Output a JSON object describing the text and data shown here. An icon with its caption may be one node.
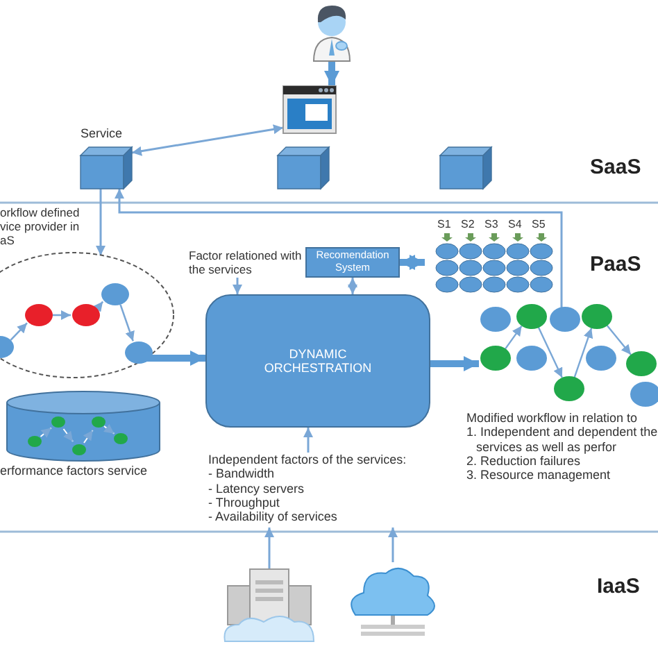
{
  "diagram": {
    "nodes": [
      {
        "text": [],
        "shape": "person"
      },
      {
        "text": [],
        "shape": "picture"
      },
      {
        "text": [],
        "shape": "box",
        "beside": [
          "Service"
        ]
      },
      {
        "text": [],
        "shape": "box"
      },
      {
        "text": [],
        "shape": "box"
      },
      {
        "text": [],
        "shape": "ellipse"
      },
      {
        "text": [],
        "shape": "cylinder",
        "beside": [
          "erformance factors service"
        ]
      },
      {
        "text": [
          "Factor relationed with the services"
        ]
      },
      {
        "text": [
          "Recomendation System"
        ]
      },
      {
        "text": [
          "S1",
          "S2",
          "S3",
          "S4",
          "S5"
        ]
      },
      {
        "text": [
          "DYNAMIC ORCHESTRATION"
        ]
      },
      {
        "text": [],
        "shape": "picture",
        "beside": [
          "Modified workflow in relation to",
          "1. Independent and dependent the services as well as perfor",
          "2. Reduction failures",
          "3. Resource management"
        ]
      },
      {
        "text": [
          "Independent factors of the services:",
          "- Bandwidth",
          "- Latency servers",
          "- Throughput",
          "- Availability of services"
        ]
      },
      {
        "text": [],
        "shape": "picture"
      },
      {
        "text": [],
        "shape": "picture"
      }
    ],
    "edges": [
      {
        "from": 0,
        "to": 1,
        "arrow": "to",
        "style": "thick"
      },
      {
        "from": 1,
        "to": 2,
        "arrow": "both"
      },
      {
        "from": 2,
        "to": 5,
        "arrow": "to"
      },
      {
        "from": 11,
        "to": 2,
        "arrow": "to"
      },
      {
        "from": 5,
        "to": 10,
        "arrow": "to",
        "style": "thick"
      },
      {
        "from": 7,
        "to": 10,
        "arrow": "to"
      },
      {
        "from": 8,
        "to": 9,
        "arrow": "both",
        "style": "thick"
      },
      {
        "from": 8,
        "to": 10,
        "arrow": "both"
      },
      {
        "from": 10,
        "to": 11,
        "arrow": "to",
        "style": "thick"
      },
      {
        "from": 12,
        "to": 10,
        "arrow": "to"
      },
      {
        "from": 13,
        "to": 12,
        "arrow": "to"
      },
      {
        "from": 14,
        "to": 12,
        "arrow": "to"
      }
    ],
    "labels": [
      "SaaS",
      "orkflow defined vice provider in aS",
      "PaaS",
      "IaaS"
    ]
  }
}
